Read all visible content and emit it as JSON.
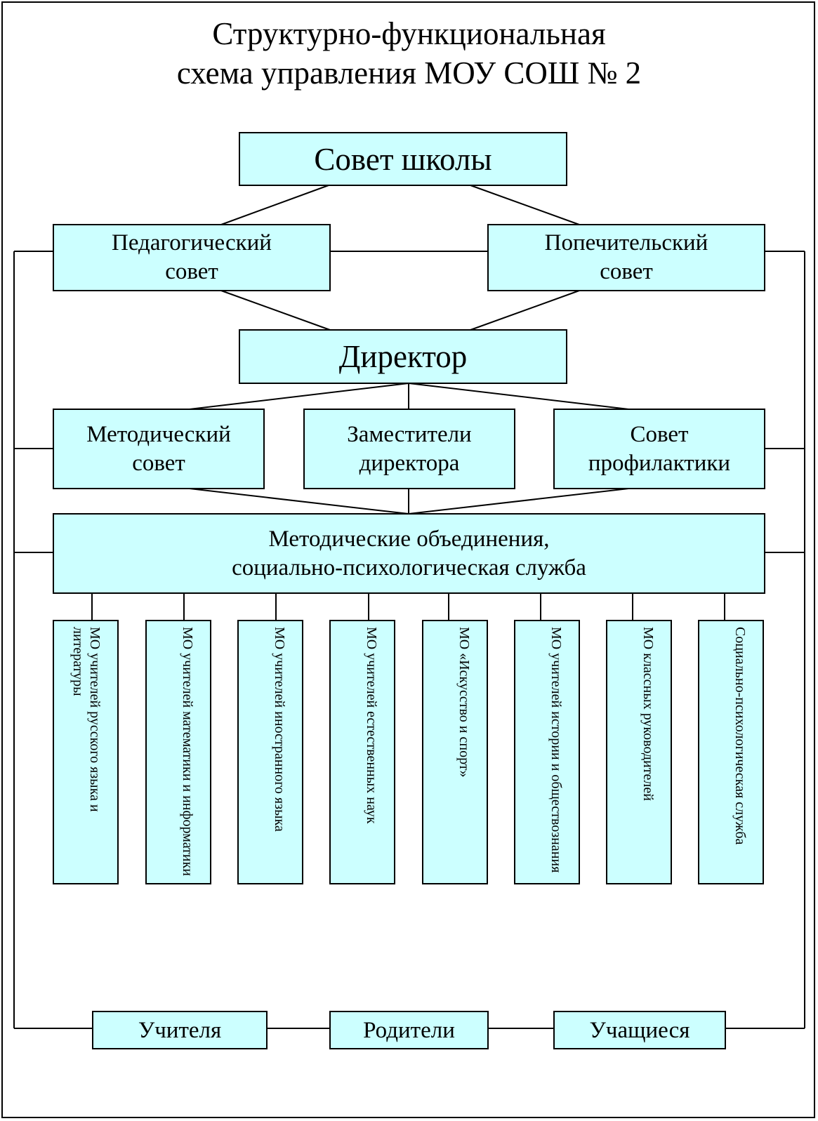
{
  "title": {
    "line1": "Структурно-функциональная",
    "line2": "схема управления МОУ СОШ № 2"
  },
  "nodes": {
    "school_council": "Совет школы",
    "pedagogical_council": [
      "Педагогический",
      "совет"
    ],
    "trustee_council": [
      "Попечительский",
      "совет"
    ],
    "director": "Директор",
    "methodical_council": [
      "Методический",
      "совет"
    ],
    "deputy_directors": [
      "Заместители",
      "директора"
    ],
    "prevention_council": [
      "Совет",
      "профилактики"
    ],
    "method_associations": [
      "Методические объединения,",
      "социально-психологическая служба"
    ]
  },
  "associations": [
    "МО учителей русского языка и литературы",
    "МО учителей математики и информатики",
    "МО учителей иностранного языка",
    "МО учителей естественных наук",
    "МО «Искусство и спорт»",
    "МО учителей истории и обществознания",
    "МО классных руководителей",
    "Социально-психологическая служба"
  ],
  "participants": [
    "Учителя",
    "Родители",
    "Учащиеся"
  ],
  "colors": {
    "box_fill": "#ccffff",
    "stroke": "#000000"
  }
}
